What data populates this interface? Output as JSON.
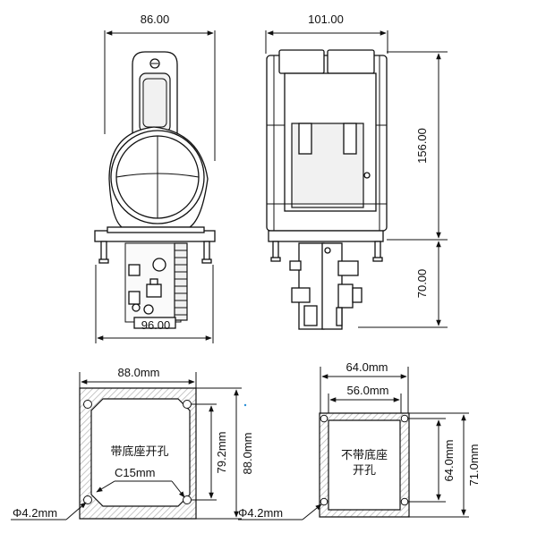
{
  "top_left": {
    "width_dim": "86.00",
    "base_dim": "96.00"
  },
  "top_right": {
    "width_dim": "101.00",
    "height_dim": "156.00",
    "lower_dim": "70.00"
  },
  "bottom_left": {
    "outer_dim": "88.0mm",
    "inner_v_dim": "79.2mm",
    "outer_v_dim": "88.0mm",
    "label": "带底座开孔",
    "corner_label": "C15mm",
    "hole_label": "Φ4.2mm"
  },
  "bottom_right": {
    "outer_dim": "64.0mm",
    "inner_dim": "56.0mm",
    "label_line1": "不带底座",
    "label_line2": "开孔",
    "inner_v_dim": "64.0mm",
    "outer_v_dim": "71.0mm",
    "hole_label": "Φ4.2mm"
  }
}
